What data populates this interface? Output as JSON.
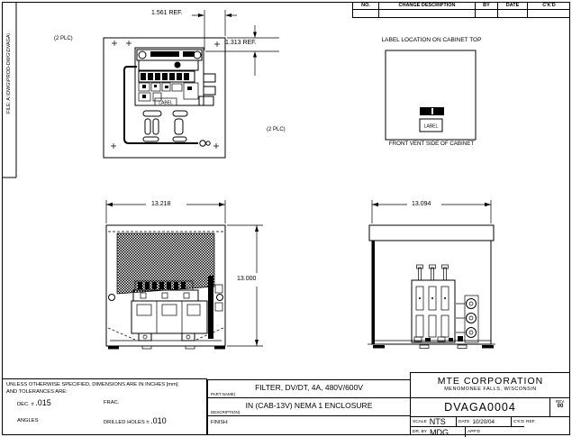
{
  "sheet": {
    "file_note": "FILE: A:\\DWG\\PROD-DWG\\DVAGA\\"
  },
  "revision_table": {
    "headers": [
      "NO.",
      "CHANGE DESCRIPTION",
      "BY",
      "DATE",
      "C'K'D"
    ]
  },
  "top_view": {
    "dim_width_ref": "1.561 REF.",
    "dim_height_ref": "1.313 REF.",
    "plc_left": "(2 PLC)",
    "plc_right": "(2 PLC)",
    "tiny_label": "LABEL"
  },
  "label_view": {
    "title": "LABEL LOCATION ON CABINET TOP",
    "label_text": "LABEL",
    "caption": "FRONT VENT SIDE OF CABINET"
  },
  "front_view": {
    "dim_width": "13.218",
    "dim_height": "13.000"
  },
  "side_view": {
    "dim_width": "13.094"
  },
  "notes": {
    "line1": "UNLESS OTHERWISE SPECIFIED, DIMENSIONS ARE IN INCHES [mm]",
    "line2": "AND TOLERANCES ARE:",
    "dec_label": "DEC. ±",
    "dec_value": ".015",
    "frac_label": "FRAC.",
    "angles_label": "ANGLES",
    "drilled_label": "DRILLED HOLES ±",
    "drilled_value": ".010"
  },
  "title_block": {
    "part_name_label": "PART NAME)",
    "part_name": "FILTER, DV/DT, 4A, 480V/600V",
    "description_label": "DESCRIPTION)",
    "description": "IN (CAB-13V) NEMA 1 ENCLOSURE",
    "finish_label": "FINISH:",
    "company": "MTE CORPORATION",
    "company_location": "MENOMONEE FALLS, WISCONSIN",
    "drawing_number": "DVAGA0004",
    "rev_label": "REV.",
    "rev_value": "00",
    "scale_label": "SCALE",
    "scale_value": "NTS",
    "date_label": "DATE",
    "date_value": "10/20/04",
    "ckd_label": "C'K'D",
    "ref_label": "REF.",
    "drby_label": "DR. BY",
    "drby_value": "MDG",
    "appd_label": "APP'D"
  }
}
